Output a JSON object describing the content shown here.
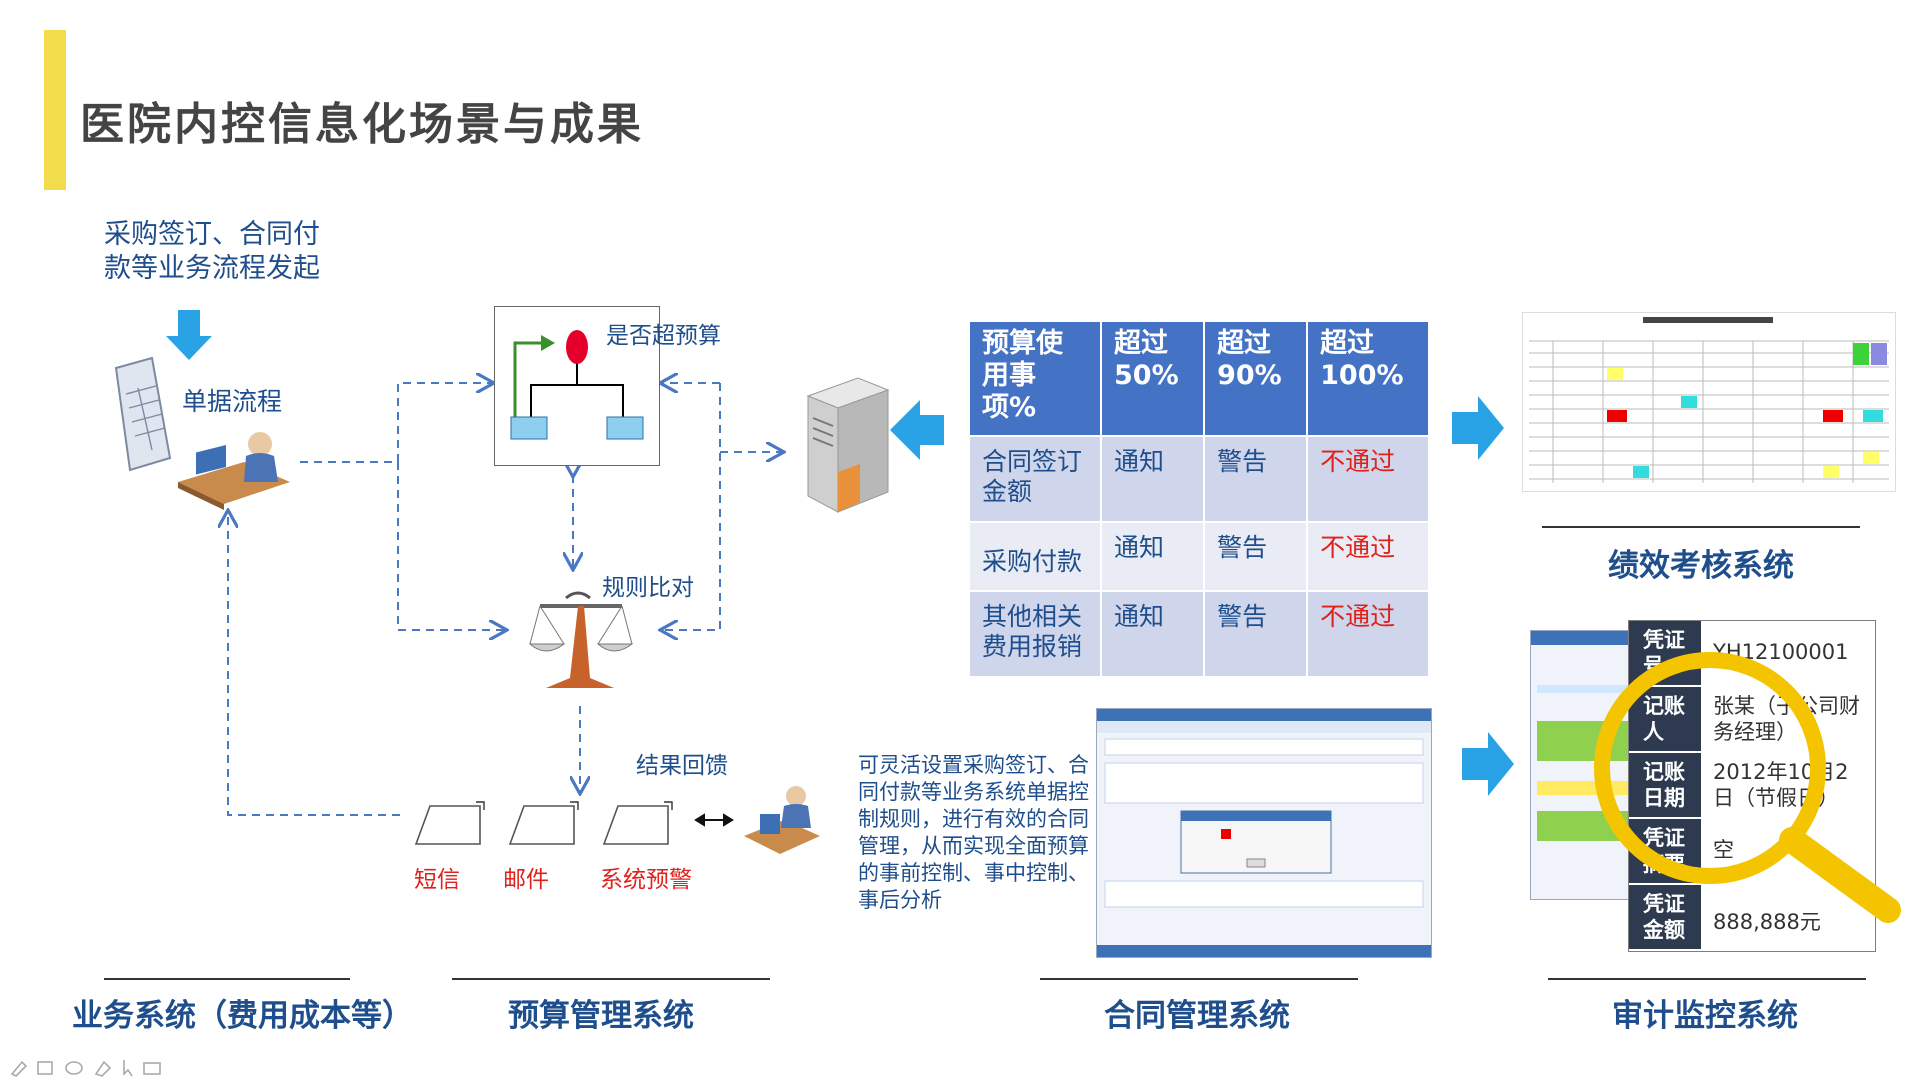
{
  "title": "医院内控信息化场景与成果",
  "flow": {
    "trigger_line1": "采购签订、合同付",
    "trigger_line2": "款等业务流程发起",
    "doc_flow": "单据流程",
    "over_budget": "是否超预算",
    "rule_compare": "规则比对",
    "feedback": "结果回馈",
    "channels": [
      "短信",
      "邮件",
      "系统预警"
    ]
  },
  "budget_table": {
    "headers": [
      "预算使用事项%",
      "超过50%",
      "超过90%",
      "超过100%"
    ],
    "rows": [
      [
        "合同签订金额",
        "通知",
        "警告",
        "不通过"
      ],
      [
        "采购付款",
        "通知",
        "警告",
        "不通过"
      ],
      [
        "其他相关费用报销",
        "通知",
        "警告",
        "不通过"
      ]
    ]
  },
  "contract_note": "可灵活设置采购签订、合同付款等业务系统单据控制规则，进行有效的合同管理，从而实现全面预算的事前控制、事中控制、事后分析",
  "audit_panel": [
    {
      "label": "凭证号",
      "value": "YH12100001"
    },
    {
      "label": "记账人",
      "value": "张某（子公司财务经理）"
    },
    {
      "label": "记账日期",
      "value": "2012年10月2日（节假日）"
    },
    {
      "label": "凭证摘要",
      "value": "空"
    },
    {
      "label": "凭证金额",
      "value": "888,888元"
    }
  ],
  "systems": {
    "business": "业务系统（费用成本等）",
    "budget": "预算管理系统",
    "contract": "合同管理系统",
    "performance": "绩效考核系统",
    "audit": "审计监控系统"
  },
  "colors": {
    "accent": "#f2dc4c",
    "primary": "#1f4e8c",
    "table_header": "#4472c4",
    "arrow": "#29a3e6",
    "alert": "#e0201a"
  }
}
